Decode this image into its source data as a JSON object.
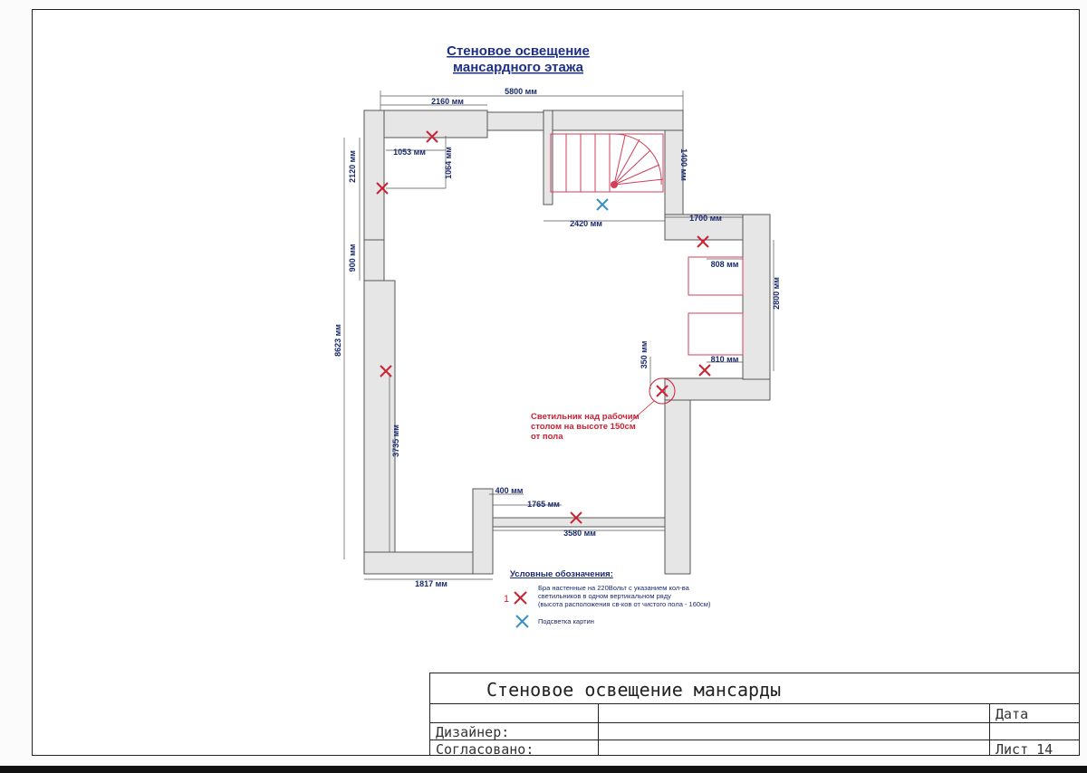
{
  "title": [
    "Стеновое освещение",
    "мансардного этажа"
  ],
  "dimensions": {
    "total_width": "5800 мм",
    "top_left": "2160 мм",
    "left_upper": "2120 мм",
    "fixture_offset_h": "1053 мм",
    "fixture_offset_v": "1064 мм",
    "window_height": "900 мм",
    "left_total": "8623 мм",
    "left_lower": "3735 мм",
    "bottom_left": "1817 мм",
    "stair_right": "1400 мм",
    "stair_width": "2420 мм",
    "step_right": "1700 мм",
    "right_fixture": "808 мм",
    "right_wall": "2800 мм",
    "desk_height": "350 мм",
    "right_lower": "810 мм",
    "bottom_gap": "400 мм",
    "bottom_fixture": "1765 мм",
    "bottom_wall": "3580 мм"
  },
  "annotation": [
    "Светильник над рабочим",
    "столом на высоте 150см",
    "от пола"
  ],
  "legend": {
    "title": "Условные обозначения:",
    "item1_number": "1",
    "item1_lines": [
      "Бра настенные на 220Вольт с указанием кол-ва",
      "светильников в одном вертикальном ряду",
      "(высота расположения св-ков от чистого пола - 160см)"
    ],
    "item2": "Подсветка картин"
  },
  "title_block": {
    "title": "Стеновое освещение мансарды",
    "date_label": "Дата",
    "designer_label": "Дизайнер:",
    "approved_label": "Согласовано:",
    "sheet_label": "Лист 14"
  },
  "colors": {
    "sconce": "#cc2233",
    "picture_light": "#3a8fc4",
    "dimension_text": "#1a2a6e",
    "wall_fill": "#e6e6e6",
    "stair_line": "#d0405a"
  },
  "icons": [
    "sconce-cross-icon",
    "picture-light-cross-icon"
  ]
}
